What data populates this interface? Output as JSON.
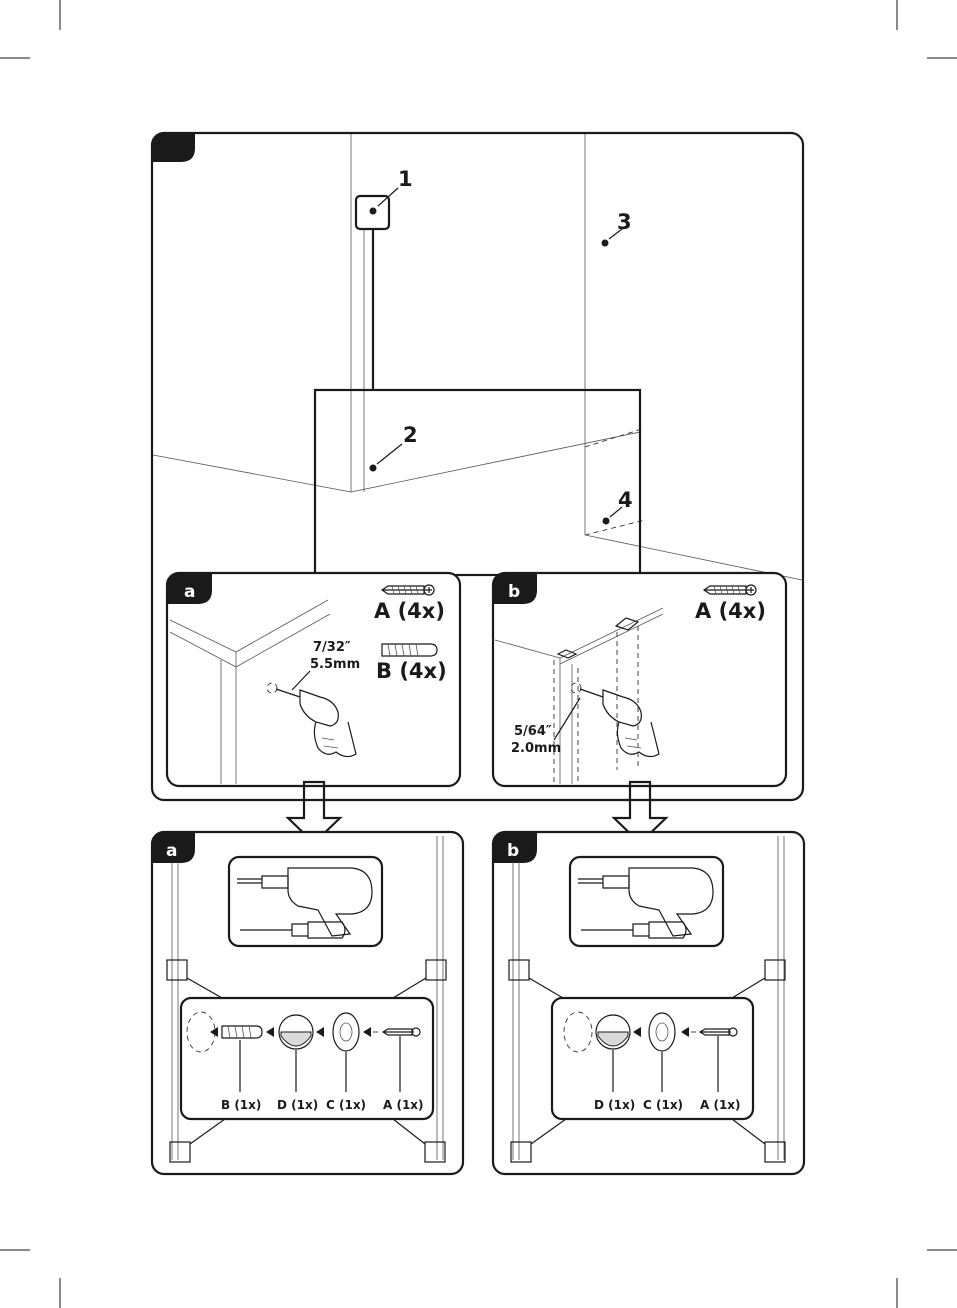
{
  "points": {
    "p1": "1",
    "p2": "2",
    "p3": "3",
    "p4": "4"
  },
  "detail_a": {
    "tab": "a",
    "screw_label": "A (4x)",
    "plug_label": "B (4x)",
    "drill_size_in": "7/32″",
    "drill_size_mm": "5.5mm"
  },
  "detail_b": {
    "tab": "b",
    "screw_label": "A (4x)",
    "drill_size_in": "5/64″",
    "drill_size_mm": "2.0mm"
  },
  "assembly_a": {
    "tab": "a",
    "parts": [
      "B (1x)",
      "D (1x)",
      "C (1x)",
      "A (1x)"
    ]
  },
  "assembly_b": {
    "tab": "b",
    "parts": [
      "D (1x)",
      "C (1x)",
      "A (1x)"
    ]
  },
  "icons": [
    "drill-icon",
    "screwdriver-icon",
    "screw-icon",
    "wall-plug-icon",
    "hand-drill-icon",
    "down-arrow-icon"
  ],
  "colors": {
    "ink": "#1a1a1a",
    "paper": "#ffffff",
    "cap_fill": "#d9d9d9"
  }
}
